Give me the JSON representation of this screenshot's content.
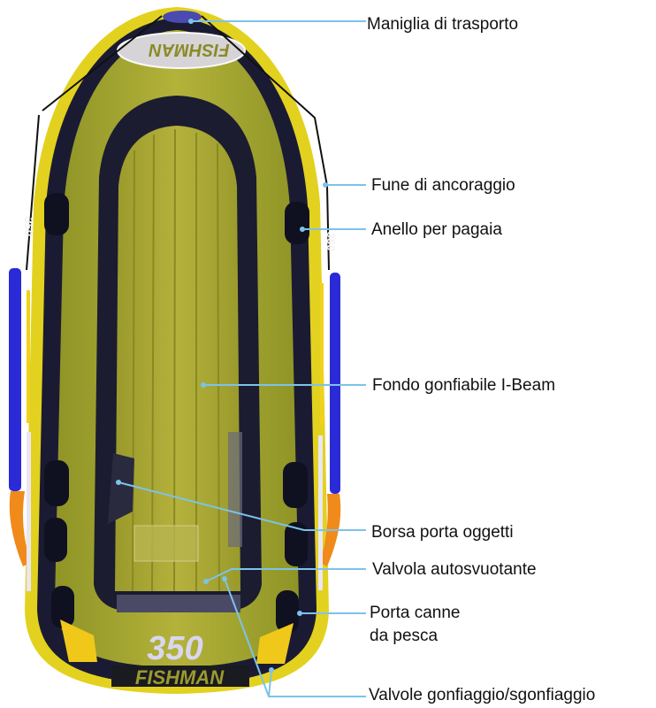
{
  "diagram": {
    "subject": "Inflatable fishing boat (top view)",
    "boat_markings": {
      "bow_logo": "FISHMAN",
      "stern_model": "350",
      "stern_brand": "FISHMAN",
      "side_model": "350"
    },
    "colors": {
      "hull_olive": "#a3a530",
      "hull_yellow": "#e2cf1e",
      "tube_dark": "#17182e",
      "side_blue": "#2b2bd8",
      "side_orange": "#f08a1a",
      "leader_line": "#7cc3ea",
      "label_text": "#111111"
    }
  },
  "labels": [
    {
      "id": "carry-handle",
      "text": "Maniglia di trasporto"
    },
    {
      "id": "mooring-rope",
      "text": "Fune di ancoraggio"
    },
    {
      "id": "oar-ring",
      "text": "Anello per pagaia"
    },
    {
      "id": "ibeam-floor",
      "text": "Fondo gonfiabile I-Beam"
    },
    {
      "id": "storage-bag",
      "text": "Borsa porta oggetti"
    },
    {
      "id": "drain-valve",
      "text": "Valvola autosvuotante"
    },
    {
      "id": "rod-holder",
      "text": "Porta canne",
      "text2": "da pesca"
    },
    {
      "id": "inflation-valves",
      "text": "Valvole gonfiaggio/sgonfiaggio"
    }
  ]
}
